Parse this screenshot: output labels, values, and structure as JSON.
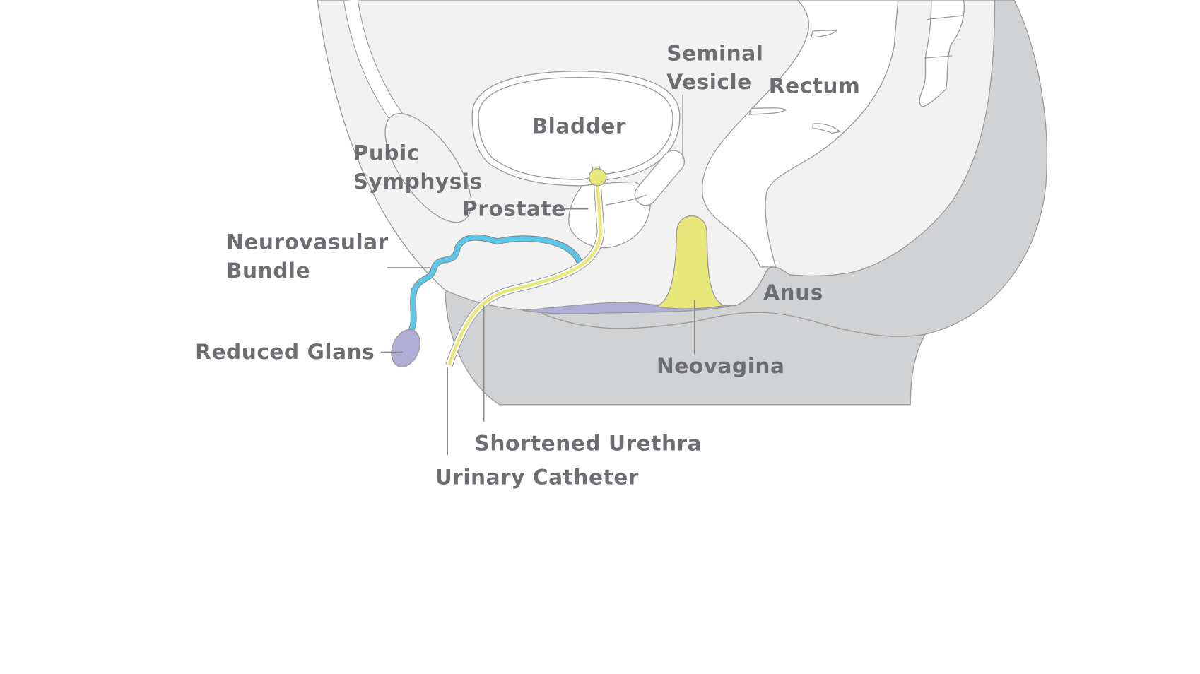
{
  "diagram": {
    "labels": {
      "seminal_vesicle": [
        "Seminal",
        "Vesicle"
      ],
      "rectum": "Rectum",
      "bladder": "Bladder",
      "pubic_symphysis": [
        "Pubic",
        "Symphysis"
      ],
      "prostate": "Prostate",
      "neurovascular_bundle": [
        "Neurovasular",
        "Bundle"
      ],
      "reduced_glans": "Reduced Glans",
      "anus": "Anus",
      "neovagina": "Neovagina",
      "shortened_urethra": "Shortened Urethra",
      "urinary_catheter": "Urinary Catheter"
    },
    "colors": {
      "text": "#6d6e71",
      "tissue_light": "#f2f2f2",
      "tissue_dark": "#d1d2d4",
      "neovagina": "#e8e87a",
      "glans": "#b0aed6",
      "nerve": "#5bc8ea"
    }
  }
}
